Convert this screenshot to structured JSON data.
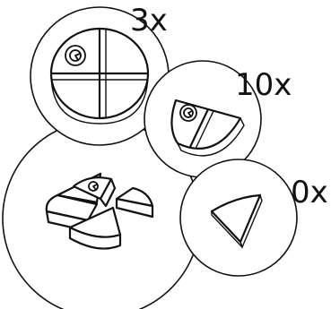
{
  "labels": {
    "three_x": "3x",
    "ten_x": "10x",
    "zero_x": "0x"
  },
  "icons": {
    "logo": "g-logo-icon"
  },
  "colors": {
    "ink": "#111111",
    "background": "#ffffff"
  }
}
